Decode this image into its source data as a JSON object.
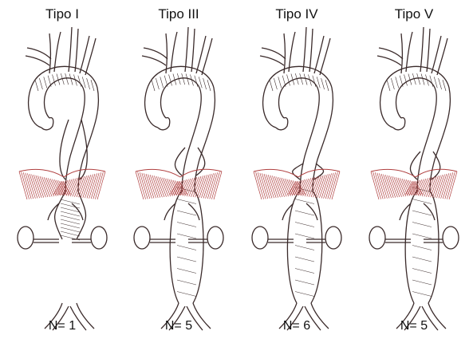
{
  "figure": {
    "panels": [
      {
        "title": "Tipo I",
        "count": "N= 1"
      },
      {
        "title": "Tipo III",
        "count": "N= 5"
      },
      {
        "title": "Tipo IV",
        "count": "N= 6"
      },
      {
        "title": "Tipo V",
        "count": "N= 5"
      }
    ],
    "colors": {
      "outline": "#3a2a2a",
      "hatch": "#b04040",
      "background": "#ffffff"
    }
  }
}
